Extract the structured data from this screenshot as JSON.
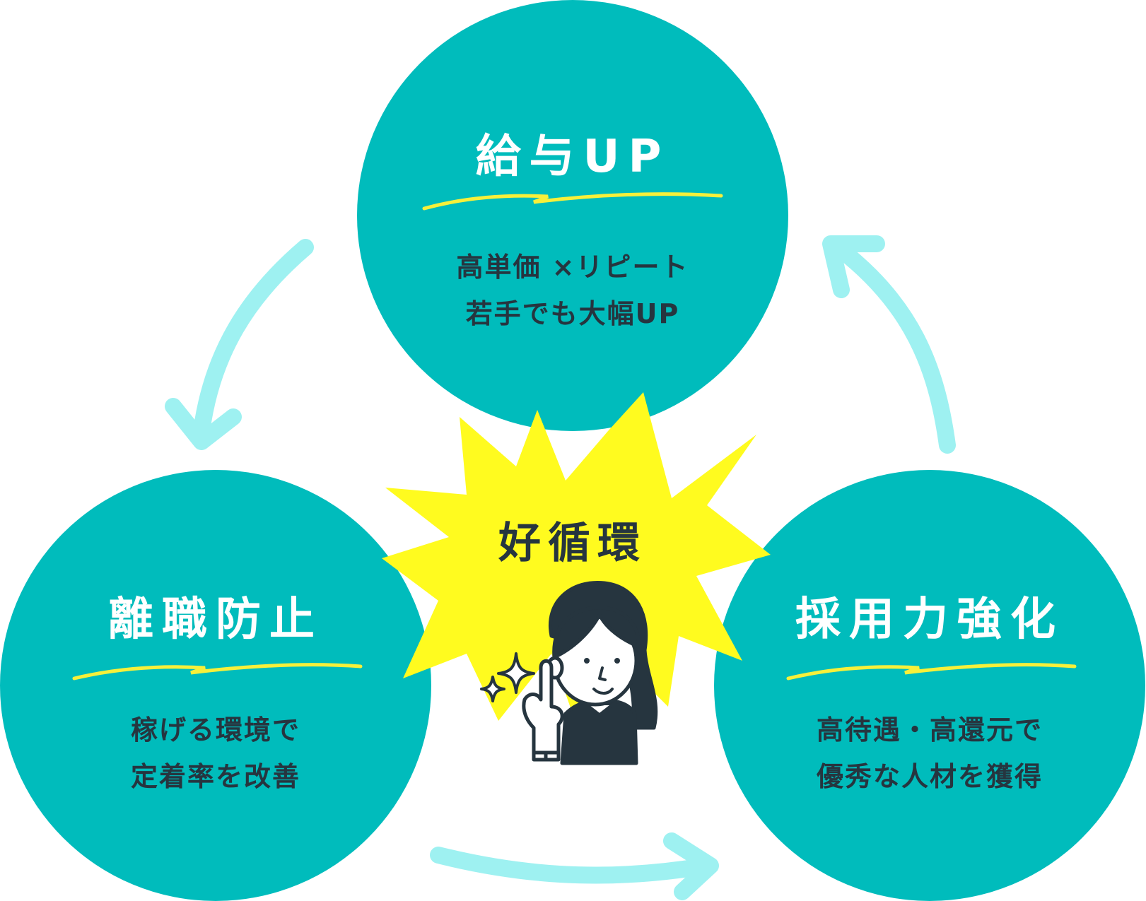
{
  "nodes": [
    {
      "title": "給与UP",
      "lines": [
        "高単価 ×リピート",
        "若手でも大幅UP"
      ]
    },
    {
      "title": "離職防止",
      "lines": [
        "稼げる環境で",
        "定着率を改善"
      ]
    },
    {
      "title": "採用力強化",
      "lines": [
        "高待遇・高還元で",
        "優秀な人材を獲得"
      ]
    }
  ],
  "center": {
    "label": "好循環"
  },
  "colors": {
    "circle": "#00bcbc",
    "arrow": "#9ef1f1",
    "burst": "#fffb1f",
    "underline": "#f7f03a",
    "text_dark": "#26353f"
  },
  "icons": [
    "arrow-clockwise-icon",
    "sparkle-icon",
    "woman-pointing-illustration"
  ]
}
